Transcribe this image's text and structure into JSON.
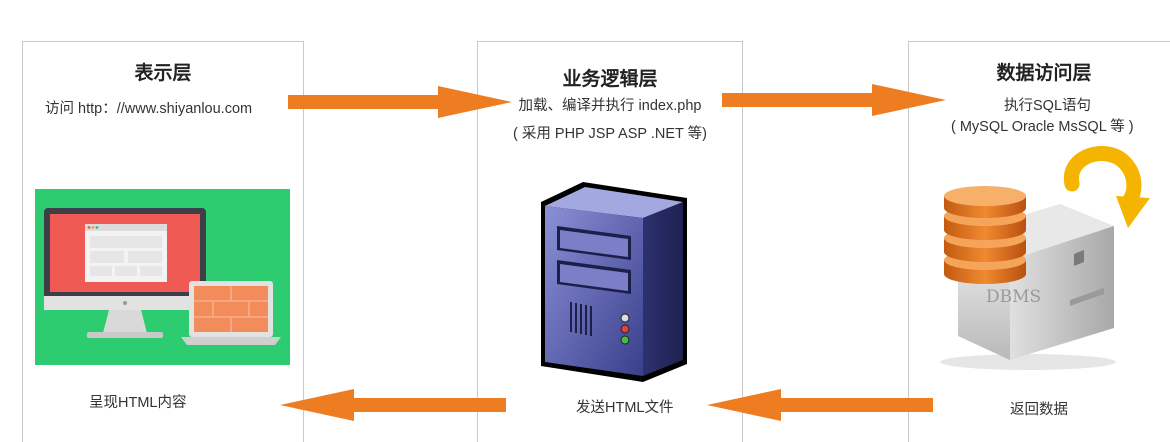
{
  "layers": {
    "presentation": {
      "title": "表示层",
      "subtitle": "访问 http：//www.shiyanlou.com",
      "bottom": "呈现HTML内容"
    },
    "business": {
      "title": "业务逻辑层",
      "line1": "加载、编译并执行 index.php",
      "line2": "( 采用 PHP JSP ASP .NET 等)",
      "bottom": "发送HTML文件"
    },
    "data": {
      "title": "数据访问层",
      "line1": "执行SQL语句",
      "line2": "( MySQL Oracle MsSQL 等 )",
      "bottom": "返回数据",
      "server_label": "DBMS"
    }
  },
  "colors": {
    "arrow": "#ee7d22",
    "screen_bg": "#2ecc71",
    "monitor_screen": "#f05a55",
    "laptop_screen": "#f28c5a",
    "server_body": "#4a4f9c",
    "db_orange": "#e87722",
    "refresh_arrow": "#f5b400"
  },
  "icons": [
    "computer-illustration",
    "server-tower-icon",
    "database-server-icon",
    "refresh-arrow-icon"
  ]
}
